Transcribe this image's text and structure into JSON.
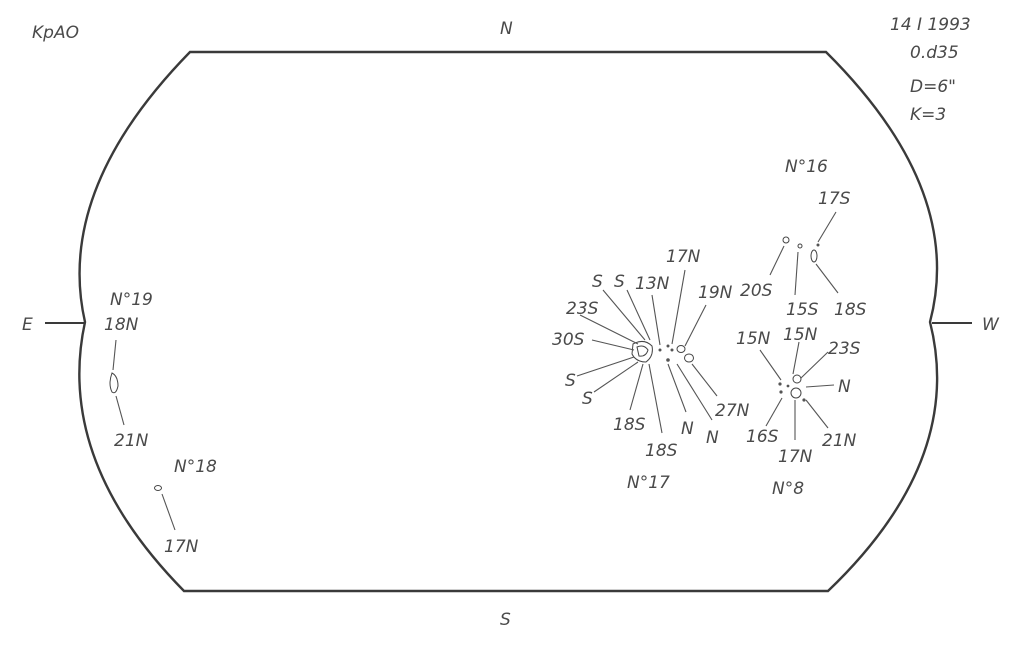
{
  "header": {
    "observatory": "KpAO",
    "date": "14 I 1993",
    "time": "0.d35",
    "diameter": "D=6\"",
    "quality": "K=3"
  },
  "directions": {
    "north": "N",
    "south": "S",
    "east": "E",
    "west": "W"
  },
  "groups": {
    "g16": {
      "number": "N°16",
      "labels": [
        "17S",
        "20S",
        "15S",
        "18S"
      ]
    },
    "g17": {
      "number": "N°17",
      "labels": [
        "17N",
        "19N",
        "13N",
        "S",
        "S",
        "23S",
        "30S",
        "S",
        "S",
        "18S",
        "18S",
        "N",
        "N",
        "27N"
      ]
    },
    "g8": {
      "number": "N°8",
      "labels": [
        "15N",
        "15N",
        "23S",
        "N",
        "21N",
        "17N",
        "16S"
      ]
    },
    "g19": {
      "number": "N°19",
      "labels": [
        "18N",
        "21N"
      ]
    },
    "g18": {
      "number": "N°18",
      "labels": [
        "17N"
      ]
    }
  },
  "colors": {
    "ink": "#3a3a3a",
    "label": "#4a4a4a",
    "background": "#ffffff"
  }
}
